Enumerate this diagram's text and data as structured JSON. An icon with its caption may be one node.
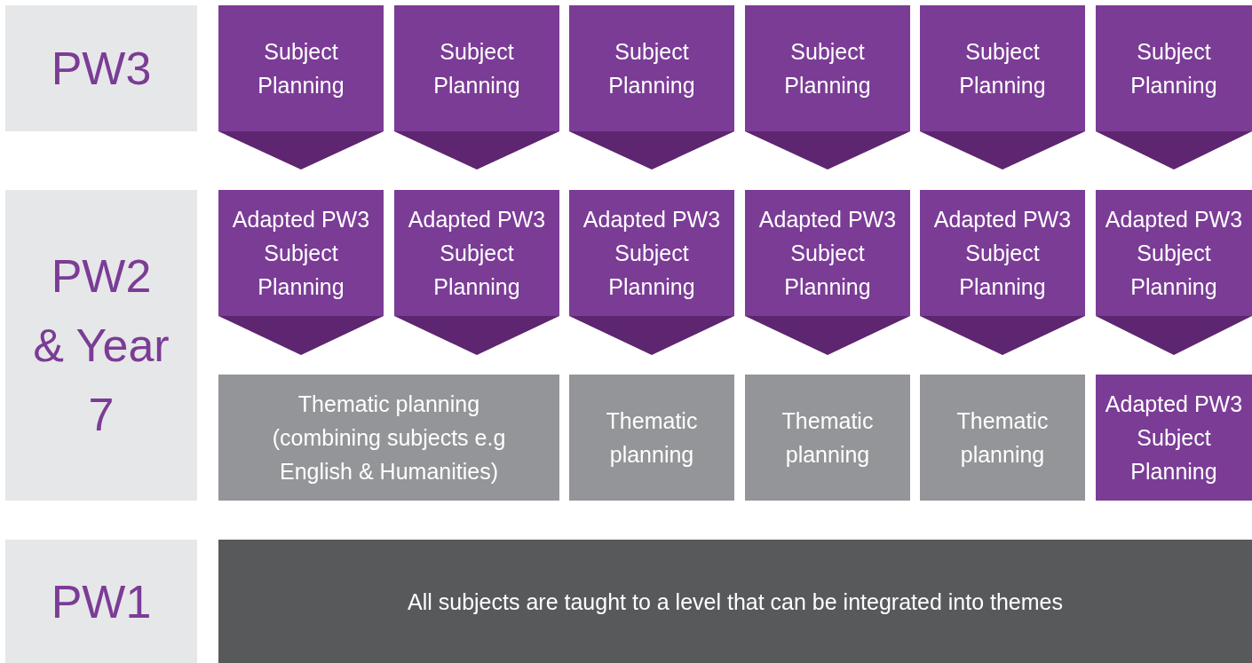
{
  "diagram": {
    "nodes": [
      {
        "text": [
          "PW3"
        ]
      },
      {
        "text": [
          "Subject Planning"
        ]
      },
      {
        "text": [
          "Subject Planning"
        ]
      },
      {
        "text": [
          "Subject Planning"
        ]
      },
      {
        "text": [
          "Subject Planning"
        ]
      },
      {
        "text": [
          "Subject Planning"
        ]
      },
      {
        "text": [
          "Subject Planning"
        ]
      },
      {
        "text": [
          "PW2 & Year 7"
        ]
      },
      {
        "text": [
          "Adapted PW3 Subject Planning"
        ]
      },
      {
        "text": [
          "Adapted PW3 Subject Planning"
        ]
      },
      {
        "text": [
          "Adapted PW3 Subject Planning"
        ]
      },
      {
        "text": [
          "Adapted PW3 Subject Planning"
        ]
      },
      {
        "text": [
          "Adapted PW3 Subject Planning"
        ]
      },
      {
        "text": [
          "Adapted PW3 Subject Planning"
        ]
      },
      {
        "text": [
          "Thematic planning (combining subjects e.g English & Humanities)"
        ]
      },
      {
        "text": [
          "Thematic planning"
        ]
      },
      {
        "text": [
          "Thematic planning"
        ]
      },
      {
        "text": [
          "Thematic planning"
        ]
      },
      {
        "text": [
          "Adapted PW3 Subject Planning"
        ]
      },
      {
        "text": [
          "PW1"
        ]
      },
      {
        "text": [
          "All subjects are taught to a level that can be integrated into themes"
        ]
      }
    ]
  }
}
